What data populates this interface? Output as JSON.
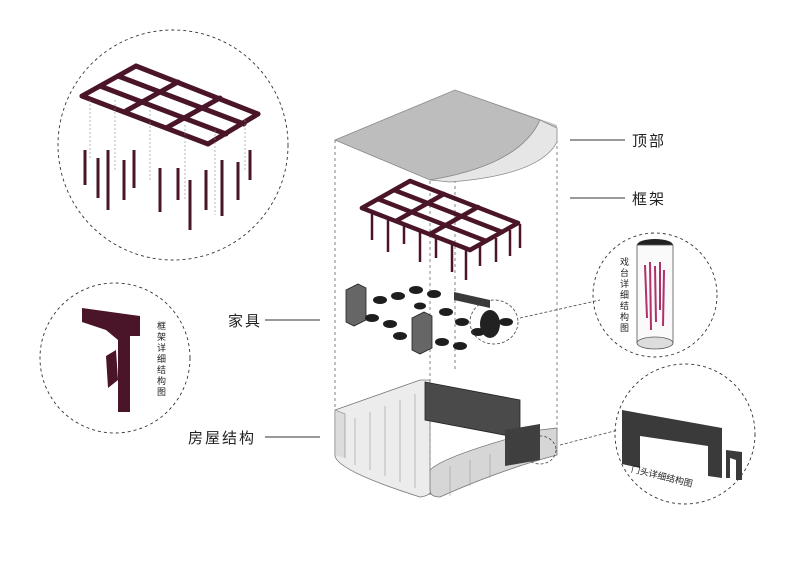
{
  "labels": {
    "roof": "顶部",
    "frame": "框架",
    "furniture": "家具",
    "structure": "房屋结构"
  },
  "callouts": {
    "frame_detail": "框架详细结构图",
    "stage_detail": "戏台详细结构图",
    "door_detail": "门头详细结构图"
  },
  "colors": {
    "frame": "#5a1a32",
    "roof": "#bdbdbd",
    "furniture": "#2a2a2a",
    "accent": "#b0306a",
    "guide": "#555555"
  }
}
